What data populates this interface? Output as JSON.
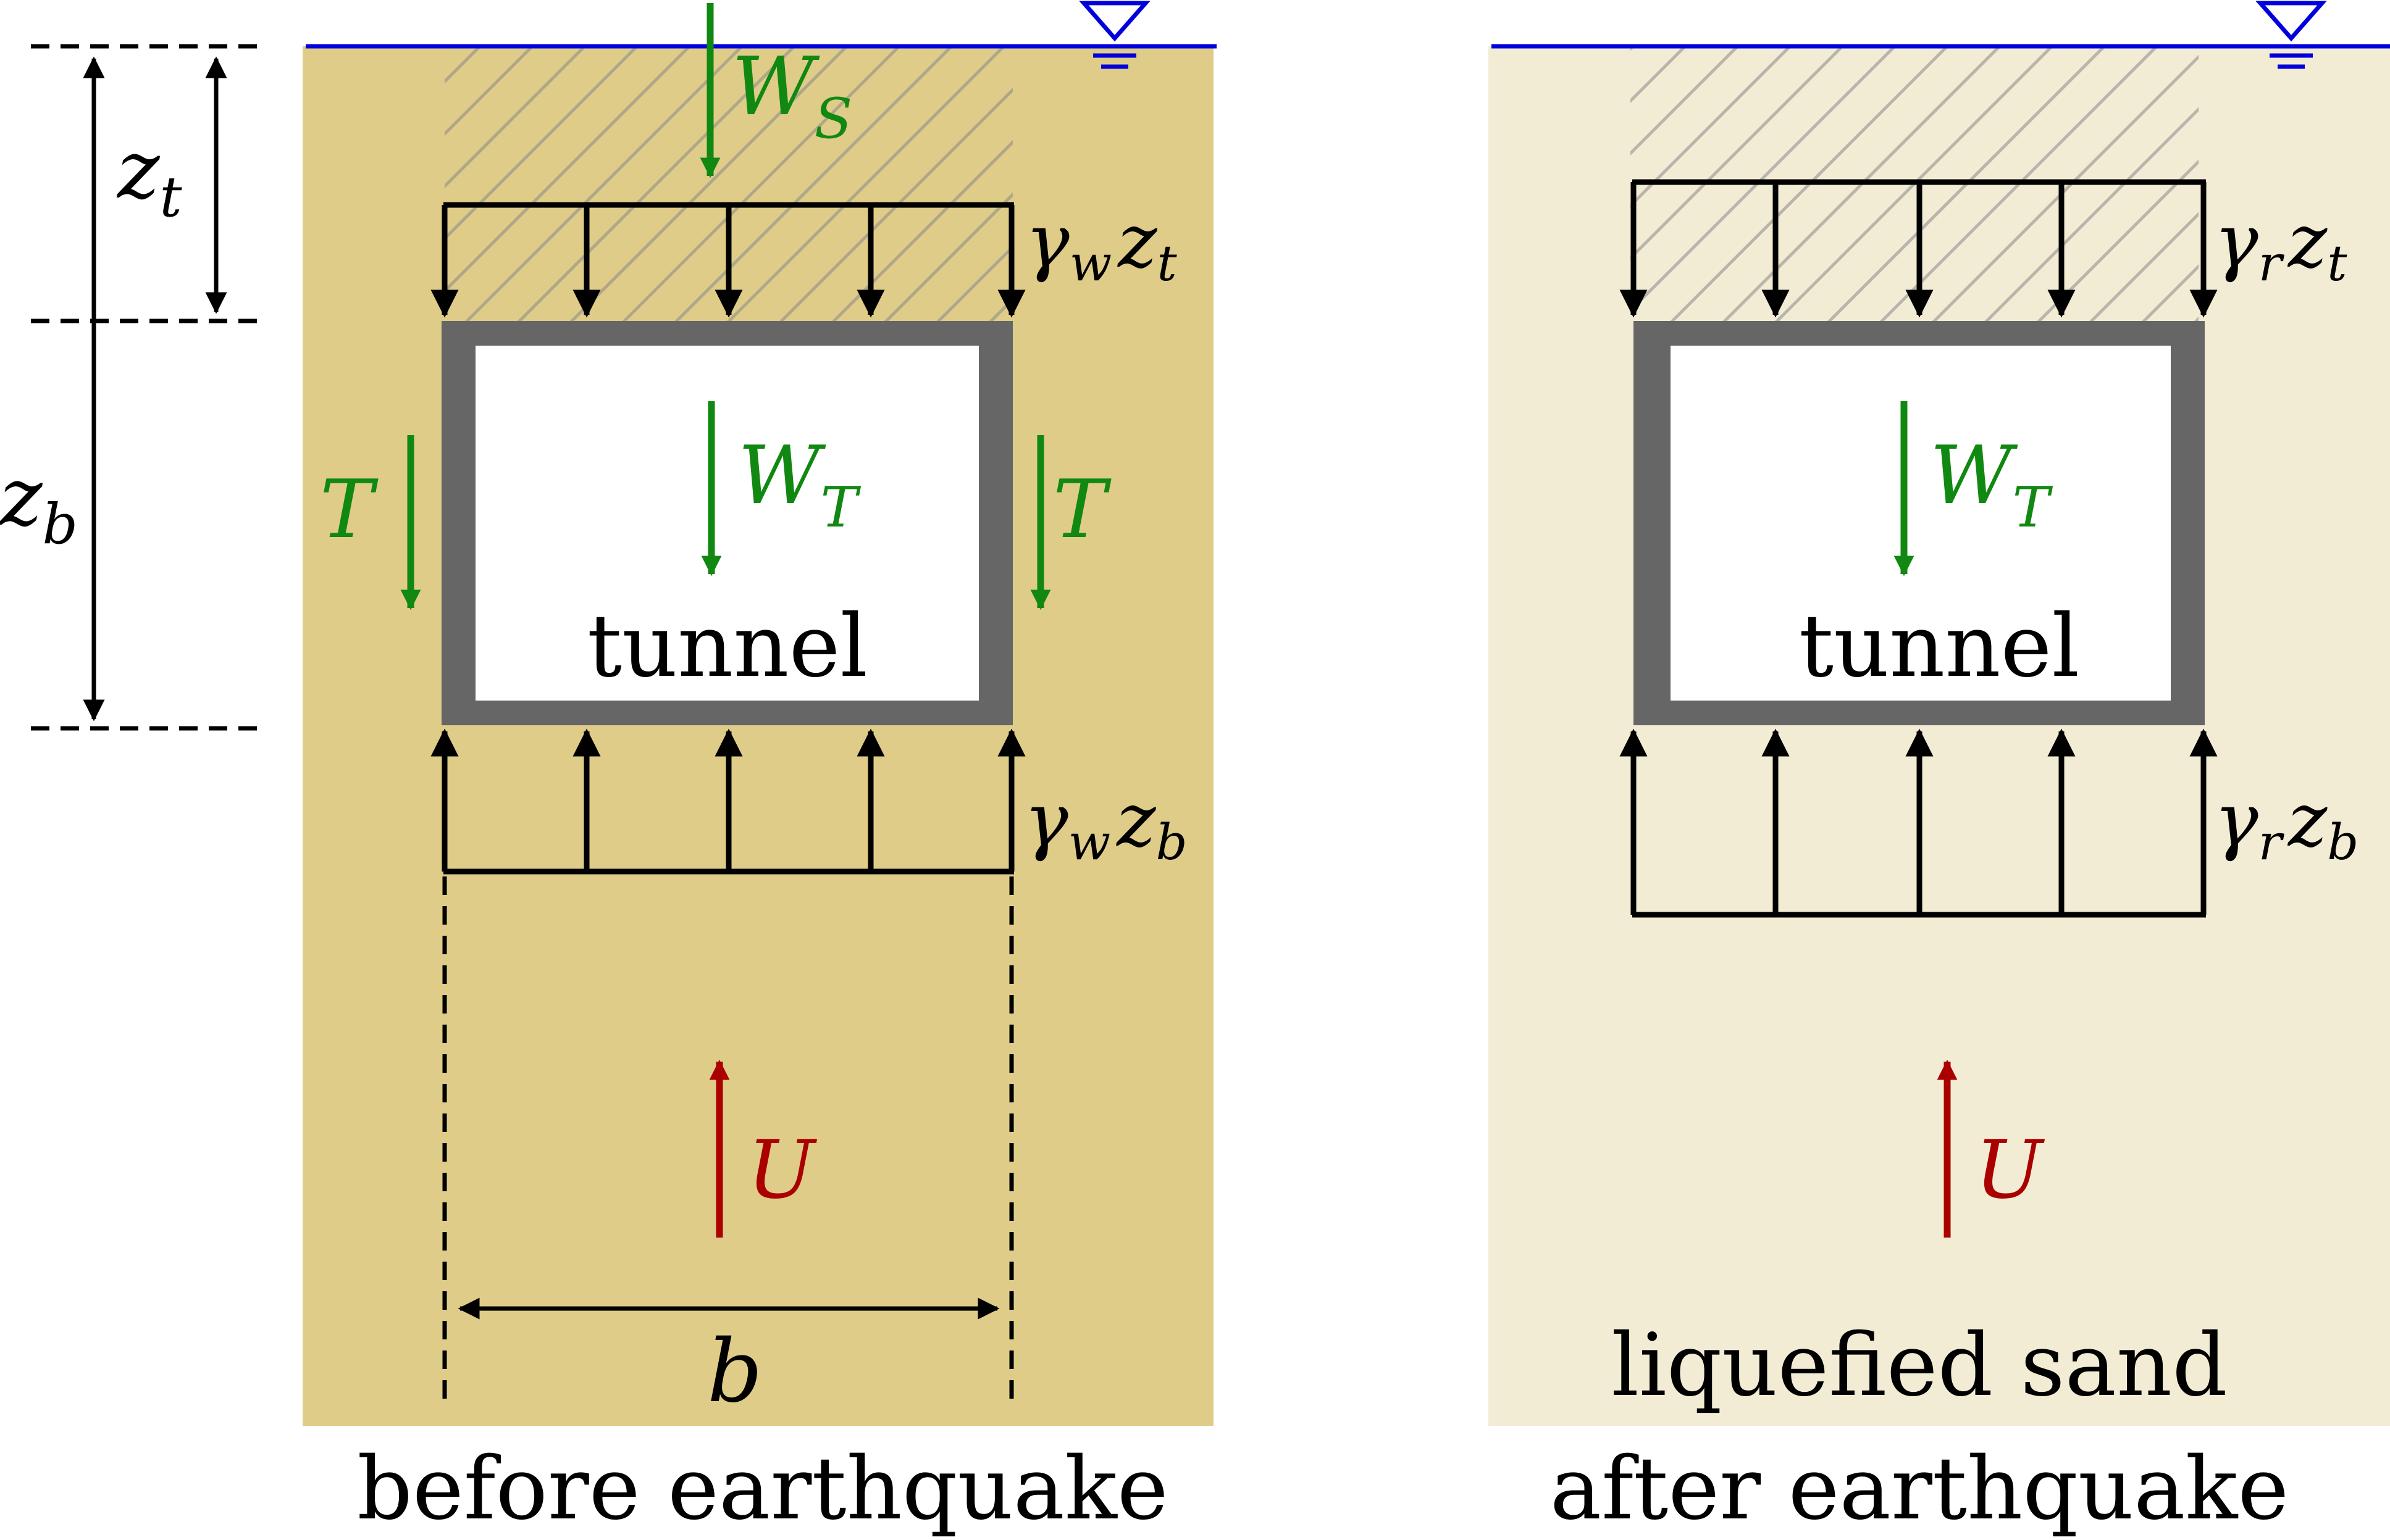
{
  "colors": {
    "soil_before": "#dfcc88",
    "soil_after": "#f3ecd4",
    "water_line": "#0000dd",
    "tunnel_wall": "#666666",
    "force_green": "#118811",
    "force_red": "#aa0000",
    "black": "#000000"
  },
  "icons": {
    "water_table": "water-table-triangle-icon"
  },
  "left_panel": {
    "caption": "before earthquake",
    "tunnel_label": "tunnel",
    "force_soil_weight": {
      "main": "W",
      "sub": "S"
    },
    "force_tunnel_weight": {
      "main": "W",
      "sub": "T"
    },
    "force_friction_left": "T",
    "force_friction_right": "T",
    "force_uplift": "U",
    "top_pressure": {
      "gamma_sub": "w",
      "z_sub": "t"
    },
    "bottom_pressure": {
      "gamma_sub": "w",
      "z_sub": "b"
    },
    "width_label": "b"
  },
  "right_panel": {
    "caption": "after earthquake",
    "soil_label": "liquefied sand",
    "tunnel_label": "tunnel",
    "force_tunnel_weight": {
      "main": "W",
      "sub": "T"
    },
    "force_uplift": "U",
    "top_pressure": {
      "gamma_sub": "r",
      "z_sub": "t"
    },
    "bottom_pressure": {
      "gamma_sub": "r",
      "z_sub": "b"
    }
  },
  "dimensions": {
    "top_depth": {
      "main": "z",
      "sub": "t"
    },
    "bottom_depth": {
      "main": "z",
      "sub": "b"
    }
  }
}
